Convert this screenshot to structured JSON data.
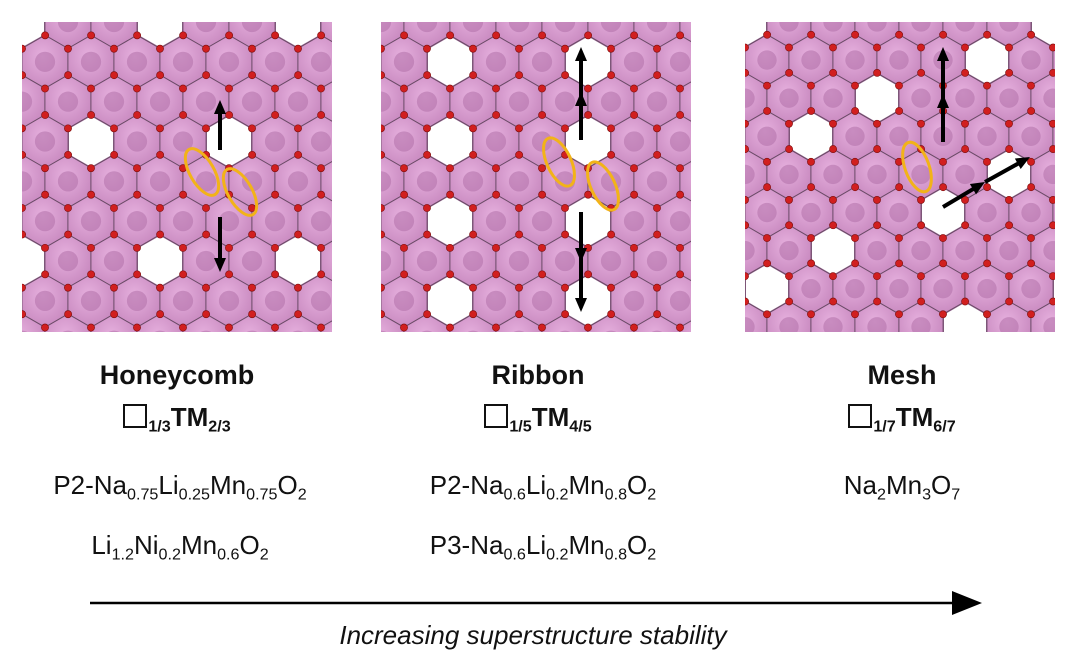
{
  "colors": {
    "polyhedron": "#c98ac0",
    "polyhedron_edge": "#6a4a66",
    "oxygen": "#d11f1f",
    "ellipse": "#f2b318",
    "arrow": "#000000"
  },
  "panels": [
    {
      "name": "Honeycomb",
      "formula": {
        "vac": "1/3",
        "tm": "TM",
        "tm_sub": "2/3"
      },
      "compounds": [
        [
          {
            "t": "P2-Na"
          },
          {
            "s": "0.75"
          },
          {
            "t": "Li"
          },
          {
            "s": "0.25"
          },
          {
            "t": "Mn"
          },
          {
            "s": "0.75"
          },
          {
            "t": "O"
          },
          {
            "s": "2"
          }
        ],
        [
          {
            "t": "Li"
          },
          {
            "s": "1.2"
          },
          {
            "t": "Ni"
          },
          {
            "s": "0.2"
          },
          {
            "t": "Mn"
          },
          {
            "s": "0.6"
          },
          {
            "t": "O"
          },
          {
            "s": "2"
          }
        ]
      ]
    },
    {
      "name": "Ribbon",
      "formula": {
        "vac": "1/5",
        "tm": "TM",
        "tm_sub": "4/5"
      },
      "compounds": [
        [
          {
            "t": "P2-Na"
          },
          {
            "s": "0.6"
          },
          {
            "t": "Li"
          },
          {
            "s": "0.2"
          },
          {
            "t": "Mn"
          },
          {
            "s": "0.8"
          },
          {
            "t": "O"
          },
          {
            "s": "2"
          }
        ],
        [
          {
            "t": "P3-Na"
          },
          {
            "s": "0.6"
          },
          {
            "t": "Li"
          },
          {
            "s": "0.2"
          },
          {
            "t": "Mn"
          },
          {
            "s": "0.8"
          },
          {
            "t": "O"
          },
          {
            "s": "2"
          }
        ]
      ]
    },
    {
      "name": "Mesh",
      "formula": {
        "vac": "1/7",
        "tm": "TM",
        "tm_sub": "6/7"
      },
      "compounds": [
        [
          {
            "t": "Na"
          },
          {
            "s": "2"
          },
          {
            "t": "Mn"
          },
          {
            "s": "3"
          },
          {
            "t": "O"
          },
          {
            "s": "7"
          }
        ]
      ]
    }
  ],
  "caption": "Increasing superstructure stability"
}
